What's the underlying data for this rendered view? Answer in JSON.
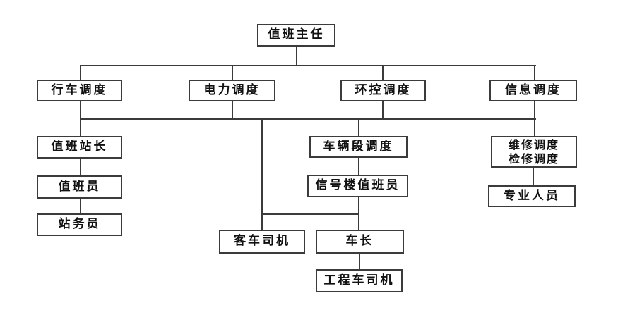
{
  "diagram": {
    "type": "org-chart",
    "background_color": "#ffffff",
    "line_color": "#3b3b3b",
    "nodes": {
      "zhuren": {
        "label": "值班主任"
      },
      "xingche": {
        "label": "行车调度"
      },
      "dianli": {
        "label": "电力调度"
      },
      "huankong": {
        "label": "环控调度"
      },
      "xinxi": {
        "label": "信息调度"
      },
      "zhibanzhanzhang": {
        "label": "值班站长"
      },
      "zhibanyuan": {
        "label": "值班员"
      },
      "zhanwuyuan": {
        "label": "站务员"
      },
      "cheliangduan": {
        "label": "车辆段调度"
      },
      "xinhaolou": {
        "label": "信号楼值班员"
      },
      "weixiu": {
        "label": "维修调度\n检修调度"
      },
      "zhuanye": {
        "label": "专业人员"
      },
      "keche": {
        "label": "客车司机"
      },
      "chezhang": {
        "label": "车长"
      },
      "gongchengche": {
        "label": "工程车司机"
      }
    },
    "connections": [
      "值班主任 → 行车调度",
      "值班主任 → 电力调度",
      "值班主任 → 环控调度",
      "值班主任 → 信息调度",
      "行车调度 → 值班站长",
      "值班站长 → 值班员",
      "值班员 → 站务员",
      "电力调度 → 客车司机",
      "环控调度 → 车辆段调度",
      "车辆段调度 → 信号楼值班员",
      "信号楼值班员 → 车长",
      "信息调度 → 维修调度/检修调度",
      "维修调度/检修调度 → 专业人员",
      "车长 → 工程车司机"
    ]
  }
}
